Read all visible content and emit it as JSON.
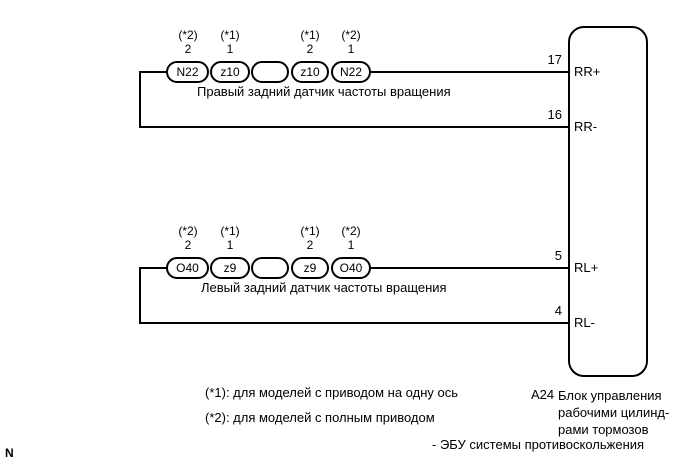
{
  "page": {
    "background_color": "#ffffff",
    "line_color": "#000000",
    "corner_label": "N"
  },
  "diagram": {
    "circuits": [
      {
        "sensor_label": "Правый задний датчик частоты вращения",
        "connectors": [
          {
            "label": "N22",
            "note": "(*2)",
            "pin": "2"
          },
          {
            "label": "z10",
            "note": "(*1)",
            "pin": "1"
          },
          {
            "label": "",
            "note": "",
            "pin": ""
          },
          {
            "label": "z10",
            "note": "(*1)",
            "pin": "2"
          },
          {
            "label": "N22",
            "note": "(*2)",
            "pin": "1"
          }
        ]
      },
      {
        "sensor_label": "Левый задний датчик частоты вращения",
        "connectors": [
          {
            "label": "O40",
            "note": "(*2)",
            "pin": "2"
          },
          {
            "label": "z9",
            "note": "(*1)",
            "pin": "1"
          },
          {
            "label": "",
            "note": "",
            "pin": ""
          },
          {
            "label": "z9",
            "note": "(*1)",
            "pin": "2"
          },
          {
            "label": "O40",
            "note": "(*2)",
            "pin": "1"
          }
        ]
      }
    ],
    "ecu": {
      "code": "A24",
      "name_line1": "Блок управления",
      "name_line2": "рабочими цилинд-",
      "name_line3": "рами тормозов",
      "description": "- ЭБУ системы противоскольжения",
      "pins": [
        {
          "number": "17",
          "label": "RR+"
        },
        {
          "number": "16",
          "label": "RR-"
        },
        {
          "number": "5",
          "label": "RL+"
        },
        {
          "number": "4",
          "label": "RL-"
        }
      ]
    },
    "footnotes": [
      "(*1): для моделей с приводом на одну ось",
      "(*2): для моделей с полным приводом"
    ]
  }
}
